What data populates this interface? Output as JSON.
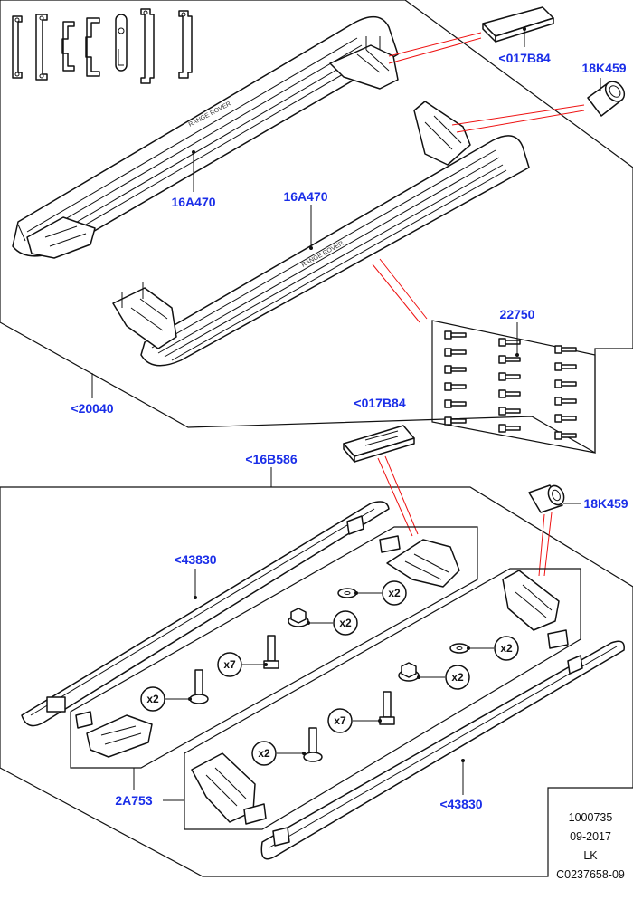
{
  "callouts": {
    "top_bracket_upper": "<017B84",
    "top_bushing": "18K459",
    "top_rail_left": "16A470",
    "top_rail_right": "16A470",
    "top_bolts": "22750",
    "top_assembly": "<20040",
    "mid_bracket": "<017B84",
    "kit": "<16B586",
    "mid_bushing": "18K459",
    "rail_upper": "<43830",
    "mounting_kit": "2A753",
    "rail_lower": "<43830"
  },
  "quantities": {
    "washer_upper": "x2",
    "nut_upper": "x2",
    "bolt_long_upper": "x7",
    "bolt_short_upper": "x2",
    "washer_lower": "x2",
    "nut_lower": "x2",
    "bolt_long_lower": "x7",
    "bolt_short_lower": "x2"
  },
  "info_block": {
    "number": "1000735",
    "date": "09-2017",
    "initials": "LK",
    "reference": "C0237658-09"
  }
}
